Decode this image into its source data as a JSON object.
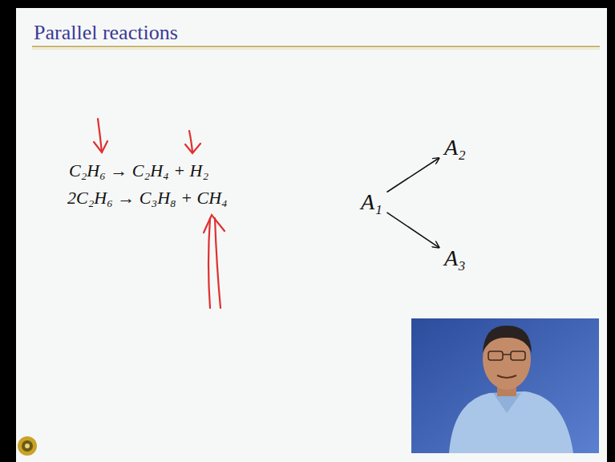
{
  "diagram": {
    "title": "Parallel reactions",
    "nodes": [
      {
        "text": [
          "A₁"
        ]
      },
      {
        "text": [
          "A₂"
        ]
      },
      {
        "text": [
          "A₃"
        ]
      }
    ],
    "edges": [
      {
        "from": 0,
        "to": 1,
        "arrow": "to"
      },
      {
        "from": 0,
        "to": 2,
        "arrow": "to"
      }
    ],
    "labels": [
      "C₂H₆ → C₂H₄ + H₂",
      "2C₂H₆ → C₃H₈ + CH₄"
    ]
  }
}
